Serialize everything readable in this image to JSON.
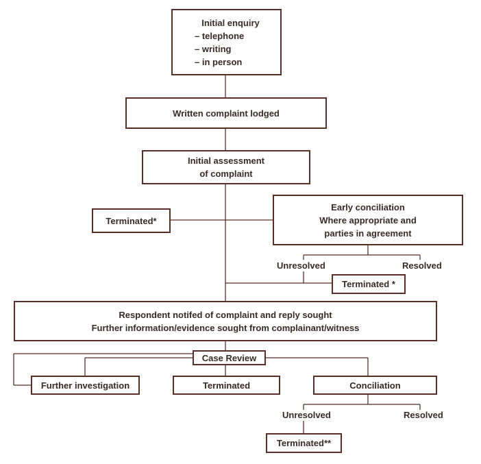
{
  "nodes": {
    "initial_enquiry": {
      "title": "Initial enquiry",
      "items": [
        "– telephone",
        "– writing",
        "– in person"
      ]
    },
    "written_complaint": {
      "label": "Written complaint lodged"
    },
    "initial_assessment": {
      "line1": "Initial assessment",
      "line2": "of complaint"
    },
    "terminated_1": {
      "label": "Terminated*"
    },
    "early_conciliation": {
      "line1": "Early conciliation",
      "line2": "Where appropriate and",
      "line3": "parties in agreement"
    },
    "terminated_2": {
      "label": "Terminated *"
    },
    "respondent_notified": {
      "line1": "Respondent notifed of complaint and reply sought",
      "line2": "Further information/evidence sought from complainant/witness"
    },
    "case_review": {
      "label": "Case Review"
    },
    "further_investigation": {
      "label": "Further investigation"
    },
    "terminated_3": {
      "label": "Terminated"
    },
    "conciliation": {
      "label": "Conciliation"
    },
    "terminated_4": {
      "label": "Terminated**"
    }
  },
  "edge_labels": {
    "early_unresolved": "Unresolved",
    "early_resolved": "Resolved",
    "conc_unresolved": "Unresolved",
    "conc_resolved": "Resolved"
  },
  "colors": {
    "line": "#5b2e25",
    "text": "#3a2a26"
  }
}
